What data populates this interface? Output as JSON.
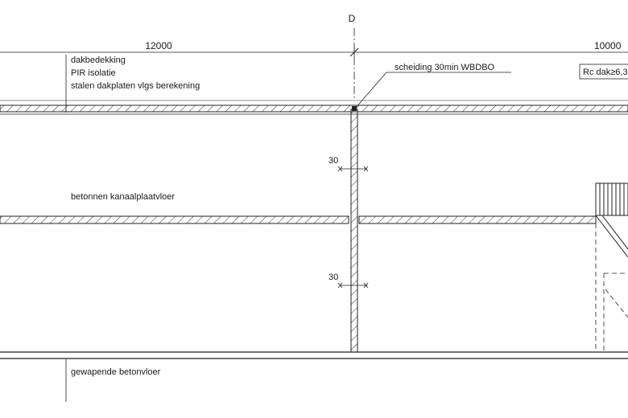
{
  "axis_label": "D",
  "dimensions": {
    "left_span": "12000",
    "right_span": "10000"
  },
  "roof_layers": [
    "dakbedekking",
    "PIR isolatie",
    "stalen dakplaten vlgs berekening"
  ],
  "wall_note": "scheiding 30min WBDBO",
  "rc_note": "Rc dak≥6,3",
  "floor_note": "betonnen kanaalplaatvloer",
  "ground_note": "gewapende betonvloer",
  "fire_ratings": [
    "30",
    "30"
  ]
}
